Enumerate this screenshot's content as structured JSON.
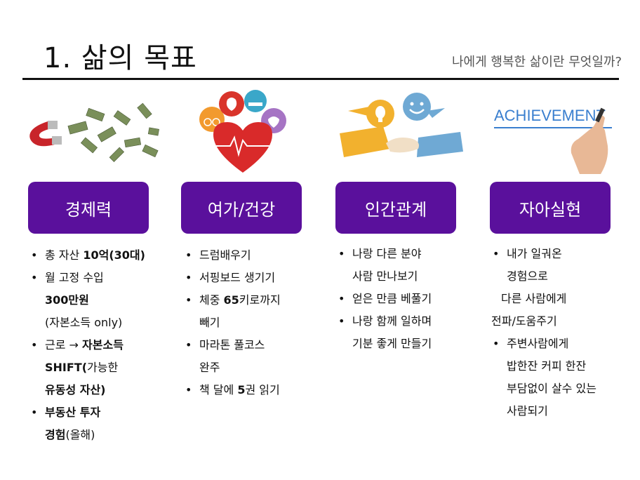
{
  "header": {
    "title": "1. 삶의 목표",
    "subtitle": "나에게 행복한 삶이란 무엇일까?"
  },
  "columns": [
    {
      "label": "경제력",
      "illustration": "magnet-money-icon"
    },
    {
      "label": "여가/건강",
      "illustration": "heart-health-icon"
    },
    {
      "label": "인간관계",
      "illustration": "handshake-icon"
    },
    {
      "label": "자아실현",
      "illustration": "achievement-hand-icon",
      "illustration_text": "ACHIEVEMENT"
    }
  ],
  "bullets": {
    "econ": {
      "b1_a": "총 자산",
      "b1_b": "10억(30대)",
      "b2_a": "월 고정 수입",
      "b2_b": "300만원",
      "b2_c": "(자본소득 only)",
      "b3_a": "근로 → ",
      "b3_b": "자본소득",
      "b3_c": "SHIFT(",
      "b3_d": "가능한",
      "b3_e": "유동성 자산)",
      "b4_a": "부동산 투자",
      "b4_b": "경험",
      "b4_c": "(올해)"
    },
    "leisure": {
      "b1": "드럼배우기",
      "b2": "서핑보드 생기기",
      "b3_a": "체중 ",
      "b3_b": "65",
      "b3_c": "키로까지",
      "b3_d": "빼기",
      "b4_a": "마라톤 풀코스",
      "b4_b": "완주",
      "b5_a": "책 달에 ",
      "b5_b": "5",
      "b5_c": "권 읽기"
    },
    "relation": {
      "b1_a": "나랑 다른 분야",
      "b1_b": "사람 만나보기",
      "b2": "얻은 만큼 베풀기",
      "b3_a": "나랑 함께 일하며",
      "b3_b": "기분 좋게 만들기"
    },
    "self": {
      "b1_a": "내가 일궈온",
      "b1_b": "경험으로",
      "b1_c": "다른 사람에게",
      "b1_d": "전파/도움주기",
      "b2_a": "주변사람에게",
      "b2_b": "밥한잔 커피 한잔",
      "b2_c": "부담없이 살수 있는",
      "b2_d": "사람되기"
    }
  },
  "colors": {
    "pill": "#5a109c",
    "rule": "#111111"
  }
}
